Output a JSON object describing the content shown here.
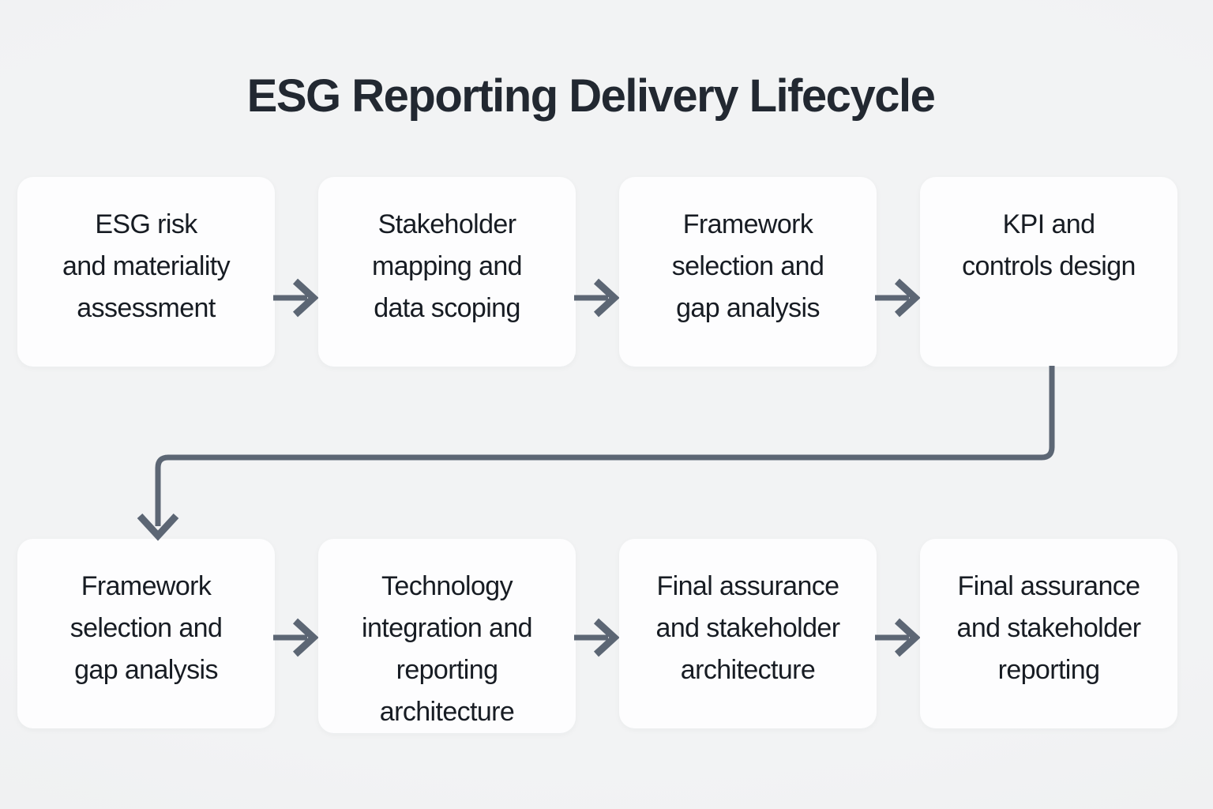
{
  "title": "ESG Reporting Delivery Lifecycle",
  "colors": {
    "background": "#f1f2f3",
    "box_background": "#fdfdfe",
    "text": "#171c23",
    "title_text": "#222831",
    "arrow": "#5c6674"
  },
  "icons": {
    "step_arrow": "arrow-right-icon",
    "connector_arrow": "elbow-connector-down-arrow-icon"
  },
  "steps": {
    "row1": [
      {
        "id": "step-1",
        "lines": [
          "ESG risk",
          "and materiality",
          "assessment"
        ]
      },
      {
        "id": "step-2",
        "lines": [
          "Stakeholder",
          "mapping and",
          "data scoping"
        ]
      },
      {
        "id": "step-3",
        "lines": [
          "Framework",
          "selection and",
          "gap analysis"
        ]
      },
      {
        "id": "step-4",
        "lines": [
          "KPI and",
          "controls design"
        ]
      }
    ],
    "row2": [
      {
        "id": "step-5",
        "lines": [
          "Framework",
          "selection and",
          "gap analysis"
        ]
      },
      {
        "id": "step-6",
        "lines": [
          "Technology",
          "integration and",
          "reporting",
          "architecture"
        ]
      },
      {
        "id": "step-7",
        "lines": [
          "Final assurance",
          "and stakeholder",
          "architecture"
        ]
      },
      {
        "id": "step-8",
        "lines": [
          "Final assurance",
          "and stakeholder",
          "reporting"
        ]
      }
    ]
  }
}
